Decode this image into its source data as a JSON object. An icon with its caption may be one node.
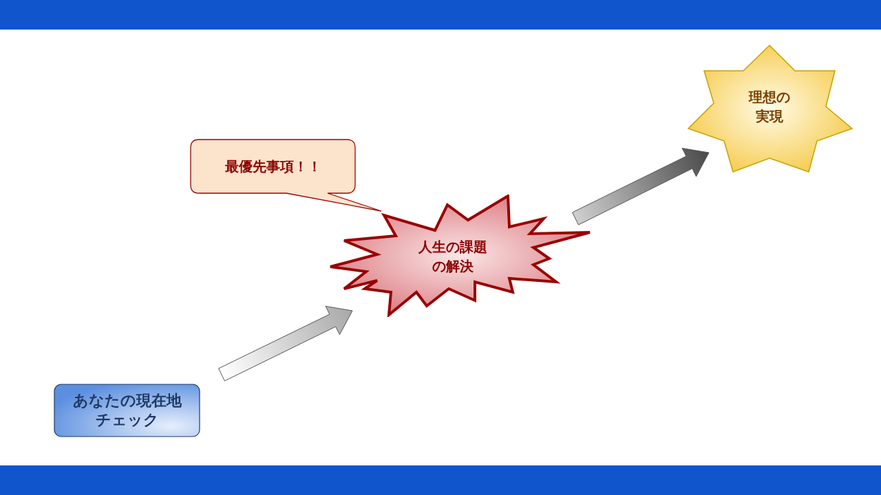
{
  "diagram": {
    "nodes": [
      {
        "text": [
          "あなたの現在地チェック"
        ]
      },
      {
        "text": [
          "人生の課題の解決"
        ]
      },
      {
        "text": [
          "最優先事項！！"
        ]
      },
      {
        "text": [
          "理想の実現"
        ]
      }
    ],
    "edges": [
      {
        "from": 0,
        "to": 1,
        "arrow": "to"
      },
      {
        "from": 1,
        "to": 3,
        "arrow": "to"
      }
    ]
  }
}
